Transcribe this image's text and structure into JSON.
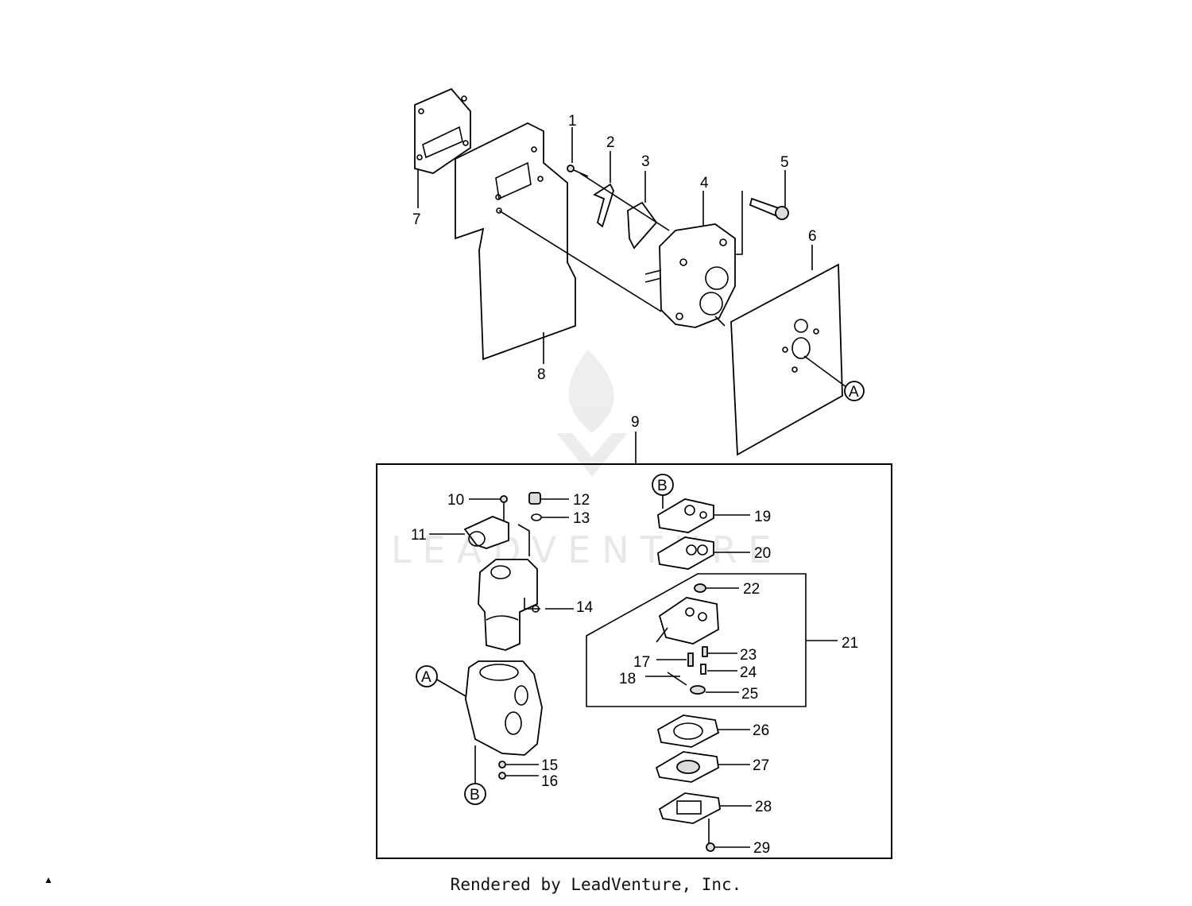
{
  "callouts": {
    "c1": "1",
    "c2": "2",
    "c3": "3",
    "c4": "4",
    "c5": "5",
    "c6": "6",
    "c7": "7",
    "c8": "8",
    "c9": "9",
    "c10": "10",
    "c11": "11",
    "c12": "12",
    "c13": "13",
    "c14": "14",
    "c15": "15",
    "c16": "16",
    "c17": "17",
    "c18": "18",
    "c19": "19",
    "c20": "20",
    "c21": "21",
    "c22": "22",
    "c23": "23",
    "c24": "24",
    "c25": "25",
    "c26": "26",
    "c27": "27",
    "c28": "28",
    "c29": "29"
  },
  "refs": {
    "a": "A",
    "b": "B"
  },
  "watermark": "LEADVENTURE",
  "footer": "Rendered by LeadVenture, Inc.",
  "scroll_top_icon": "caret-up-icon"
}
